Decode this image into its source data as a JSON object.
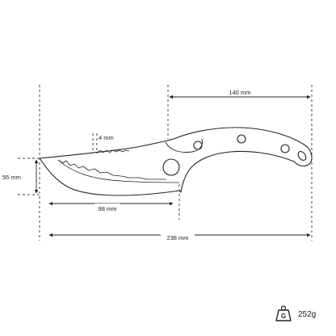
{
  "dimensions": {
    "handle_length": "140 mm",
    "spine_thickness": "4 mm",
    "blade_height": "55 mm",
    "blade_length": "98 mm",
    "total_length": "238 mm"
  },
  "weight": {
    "icon": "weight-icon",
    "icon_letter": "G",
    "value": "252g"
  }
}
